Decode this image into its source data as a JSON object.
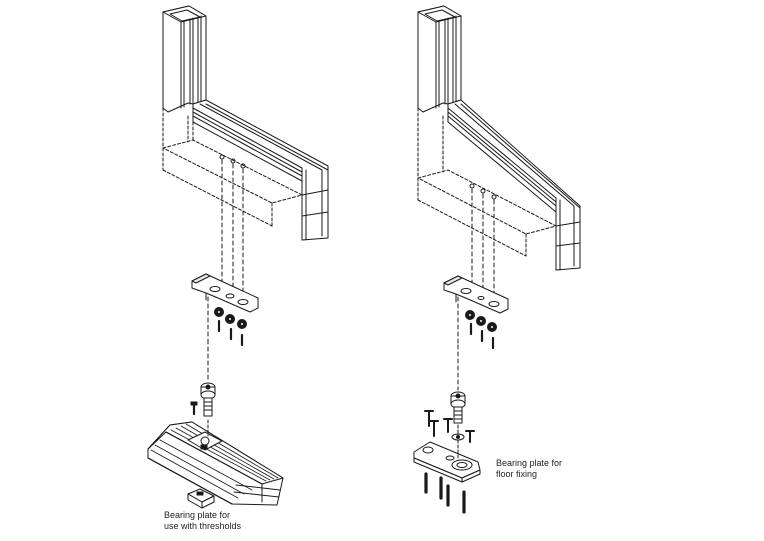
{
  "captions": {
    "left": {
      "line1": "Bearing plate for",
      "line2": "use with thresholds"
    },
    "right": {
      "line1": "Bearing plate for",
      "line2": "floor fixing"
    }
  },
  "colors": {
    "stroke": "#1a1a1a",
    "fill": "#ffffff",
    "shade": "#d8d8d8",
    "dark": "#111111"
  }
}
